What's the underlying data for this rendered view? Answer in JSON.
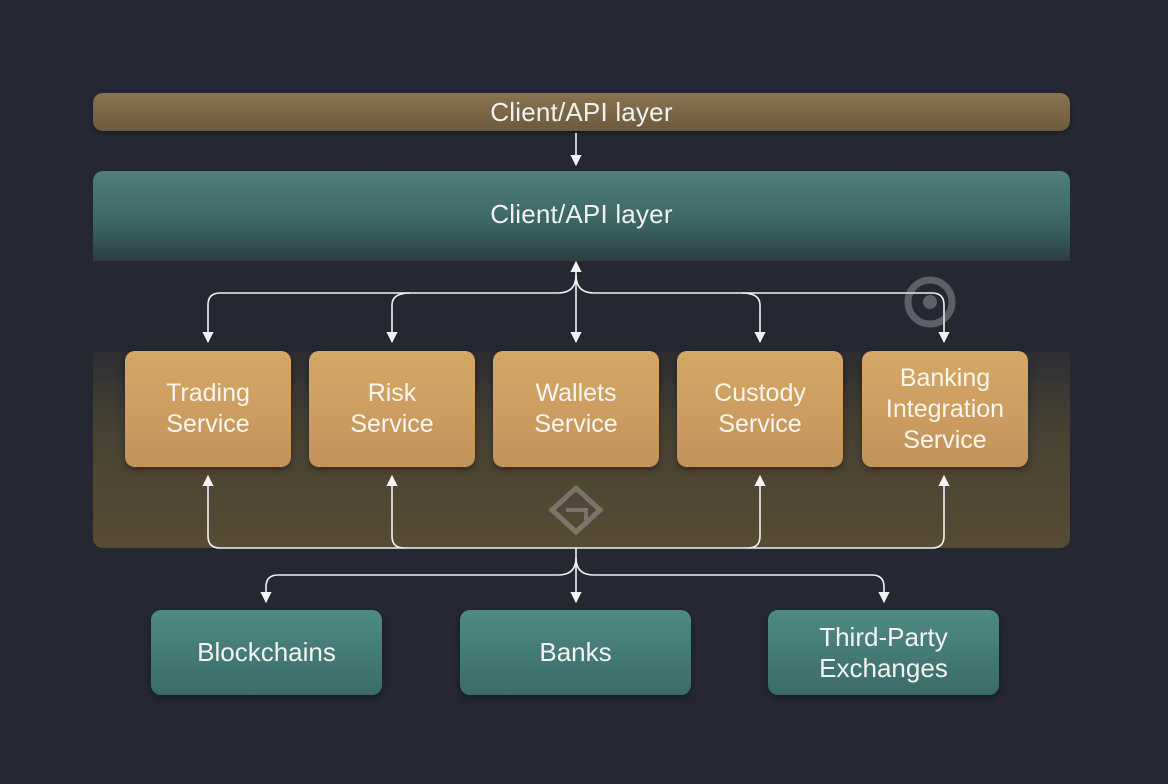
{
  "layers": {
    "top_label": "Client/API layer",
    "middle_label": "Client/API layer"
  },
  "services": [
    {
      "label": "Trading\nService"
    },
    {
      "label": "Risk\nService"
    },
    {
      "label": "Wallets\nService"
    },
    {
      "label": "Custody\nService"
    },
    {
      "label": "Banking\nIntegration\nService"
    }
  ],
  "external": [
    {
      "label": "Blockchains"
    },
    {
      "label": "Banks"
    },
    {
      "label": "Third-Party\nExchanges"
    }
  ],
  "colors": {
    "background": "#252833",
    "top_layer": "#7a6848",
    "api_layer": "#4f7f7c",
    "service": "#d6a866",
    "external": "#4f8a84",
    "connector": "#f2f2f2"
  },
  "icons": [
    "logo-watermark-icon",
    "pin-watermark-icon"
  ]
}
